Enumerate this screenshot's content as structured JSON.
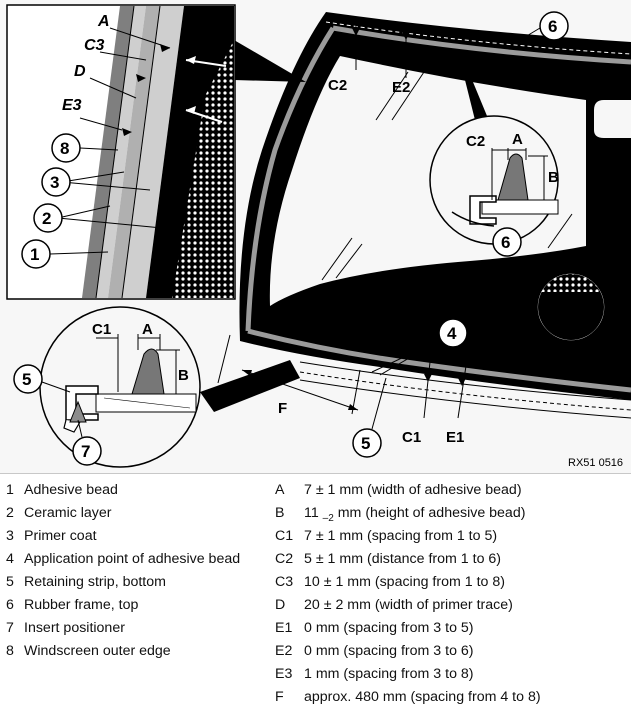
{
  "figure": {
    "reference_code": "RX51 0516",
    "detail_letters": {
      "a_top": "A",
      "c3": "C3",
      "d": "D",
      "e3": "E3",
      "c2": "C2",
      "e2": "E2",
      "c1": "C1",
      "e1": "E1",
      "f": "F",
      "a_right": "A",
      "b_right": "B",
      "c2_right": "C2",
      "a_left": "A",
      "b_left": "B",
      "c1_left": "C1"
    },
    "callouts": [
      "1",
      "2",
      "3",
      "4",
      "5",
      "6",
      "7",
      "8"
    ]
  },
  "legend_parts": [
    {
      "num": "1",
      "text": "Adhesive bead"
    },
    {
      "num": "2",
      "text": "Ceramic layer"
    },
    {
      "num": "3",
      "text": "Primer coat"
    },
    {
      "num": "4",
      "text": "Application point of adhesive bead"
    },
    {
      "num": "5",
      "text": "Retaining strip, bottom"
    },
    {
      "num": "6",
      "text": "Rubber frame, top"
    },
    {
      "num": "7",
      "text": "Insert positioner"
    },
    {
      "num": "8",
      "text": "Windscreen outer edge"
    }
  ],
  "legend_dimensions": [
    {
      "key": "A",
      "text": "7 ± 1 mm (width of adhesive bead)"
    },
    {
      "key": "B",
      "text_pre": "11 ",
      "tolerance": "–2",
      "text_post": " mm (height of adhesive bead)"
    },
    {
      "key": "C1",
      "text": "7 ± 1 mm (spacing from 1 to 5)"
    },
    {
      "key": "C2",
      "text": "5 ± 1 mm (distance from 1 to 6)"
    },
    {
      "key": "C3",
      "text": "10 ± 1 mm (spacing from 1 to 8)"
    },
    {
      "key": "D",
      "text": "20 ± 2 mm (width of primer trace)"
    },
    {
      "key": "E1",
      "text": "0 mm (spacing from 3 to 5)"
    },
    {
      "key": "E2",
      "text": "0 mm (spacing from 3 to 6)"
    },
    {
      "key": "E3",
      "text": "1 mm (spacing from 3 to 8)"
    },
    {
      "key": "F",
      "text": "approx. 480 mm (spacing from 4 to 8)"
    }
  ]
}
